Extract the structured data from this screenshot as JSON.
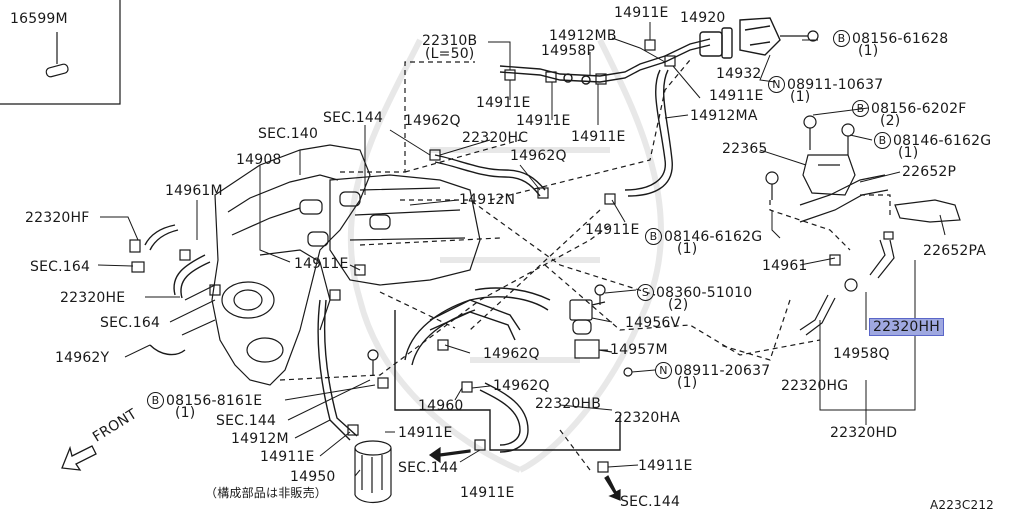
{
  "inset_label": "16599M",
  "labels": [
    {
      "id": "l-22310B",
      "text": "22310B"
    },
    {
      "id": "l-L50",
      "text": "(L=50)"
    },
    {
      "id": "l-14912MB",
      "text": "14912MB"
    },
    {
      "id": "l-14958P",
      "text": "14958P"
    },
    {
      "id": "l-14911E-a",
      "text": "14911E"
    },
    {
      "id": "l-14920",
      "text": "14920"
    },
    {
      "id": "l-14932",
      "text": "14932"
    },
    {
      "id": "l-b08156-61628",
      "text": "08156-61628"
    },
    {
      "id": "l-q1-a",
      "text": "(1)"
    },
    {
      "id": "l-n08911-10637",
      "text": "08911-10637"
    },
    {
      "id": "l-q1-b",
      "text": "(1)"
    },
    {
      "id": "l-14911E-b",
      "text": "14911E"
    },
    {
      "id": "l-14911E-c",
      "text": "14911E"
    },
    {
      "id": "l-14911E-d",
      "text": "14911E"
    },
    {
      "id": "l-14911E-e",
      "text": "14911E"
    },
    {
      "id": "l-14912MA",
      "text": "14912MA"
    },
    {
      "id": "l-b08156-6202F",
      "text": "08156-6202F"
    },
    {
      "id": "l-q2-a",
      "text": "(2)"
    },
    {
      "id": "l-b08146-6162G-a",
      "text": "08146-6162G"
    },
    {
      "id": "l-q1-c",
      "text": "(1)"
    },
    {
      "id": "l-22365",
      "text": "22365"
    },
    {
      "id": "l-22652P",
      "text": "22652P"
    },
    {
      "id": "l-22652PA",
      "text": "22652PA"
    },
    {
      "id": "l-b08146-6162G-b",
      "text": "08146-6162G"
    },
    {
      "id": "l-q1-d",
      "text": "(1)"
    },
    {
      "id": "l-14961",
      "text": "14961"
    },
    {
      "id": "l-14911E-f",
      "text": "14911E"
    },
    {
      "id": "l-SEC144-a",
      "text": "SEC.144"
    },
    {
      "id": "l-SEC140",
      "text": "SEC.140"
    },
    {
      "id": "l-14962Q-a",
      "text": "14962Q"
    },
    {
      "id": "l-22320HC",
      "text": "22320HC"
    },
    {
      "id": "l-14962Q-b",
      "text": "14962Q"
    },
    {
      "id": "l-14908",
      "text": "14908"
    },
    {
      "id": "l-14961M",
      "text": "14961M"
    },
    {
      "id": "l-14912N",
      "text": "14912N"
    },
    {
      "id": "l-22320HF",
      "text": "22320HF"
    },
    {
      "id": "l-SEC164-a",
      "text": "SEC.164"
    },
    {
      "id": "l-22320HE",
      "text": "22320HE"
    },
    {
      "id": "l-SEC164-b",
      "text": "SEC.164"
    },
    {
      "id": "l-14911E-g",
      "text": "14911E"
    },
    {
      "id": "l-s08360-51010",
      "text": "08360-51010"
    },
    {
      "id": "l-q2-b",
      "text": "(2)"
    },
    {
      "id": "l-14956V",
      "text": "14956V"
    },
    {
      "id": "l-22320HH",
      "text": "22320HH"
    },
    {
      "id": "l-14962Y",
      "text": "14962Y"
    },
    {
      "id": "l-14962Q-c",
      "text": "14962Q"
    },
    {
      "id": "l-14957M",
      "text": "14957M"
    },
    {
      "id": "l-14958Q",
      "text": "14958Q"
    },
    {
      "id": "l-n08911-20637",
      "text": "08911-20637"
    },
    {
      "id": "l-q1-e",
      "text": "(1)"
    },
    {
      "id": "l-22320HG",
      "text": "22320HG"
    },
    {
      "id": "l-14962Q-d",
      "text": "14962Q"
    },
    {
      "id": "l-b08156-8161E",
      "text": "08156-8161E"
    },
    {
      "id": "l-q1-f",
      "text": "(1)"
    },
    {
      "id": "l-14960",
      "text": "14960"
    },
    {
      "id": "l-22320HB",
      "text": "22320HB"
    },
    {
      "id": "l-22320HA",
      "text": "22320HA"
    },
    {
      "id": "l-SEC144-b",
      "text": "SEC.144"
    },
    {
      "id": "l-14912M",
      "text": "14912M"
    },
    {
      "id": "l-14911E-h",
      "text": "14911E"
    },
    {
      "id": "l-14911E-i",
      "text": "14911E"
    },
    {
      "id": "l-22320HD",
      "text": "22320HD"
    },
    {
      "id": "l-SEC144-c",
      "text": "SEC.144"
    },
    {
      "id": "l-14911E-j",
      "text": "14911E"
    },
    {
      "id": "l-14950",
      "text": "14950"
    },
    {
      "id": "l-jp-note",
      "text": "（構成部品は非販売）"
    },
    {
      "id": "l-14911E-k",
      "text": "14911E"
    },
    {
      "id": "l-SEC144-d",
      "text": "SEC.144"
    },
    {
      "id": "l-ref",
      "text": "A223C212"
    }
  ],
  "front_label": "FRONT",
  "circle_marks": {
    "B": "B",
    "N": "N",
    "S": "S"
  },
  "highlight_color": "#9fa8e0"
}
